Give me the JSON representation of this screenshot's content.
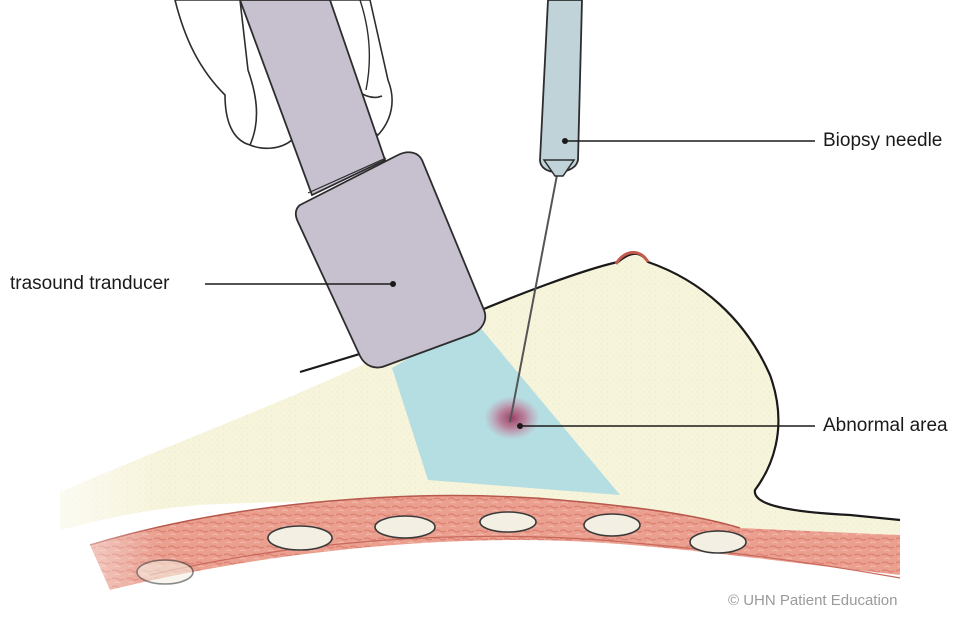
{
  "labels": {
    "biopsy_needle": "Biopsy needle",
    "transducer": "trasound tranducer",
    "abnormal_area": "Abnormal area"
  },
  "credit": "© UHN Patient Education",
  "colors": {
    "breast_tissue": "#f7f4dc",
    "muscle": "#e89a8c",
    "ultrasound_beam": "#a9d9e4",
    "transducer": "#c6c0cf",
    "needle_handle": "#bfd3d9",
    "abnormal_area": "#a0506e"
  }
}
